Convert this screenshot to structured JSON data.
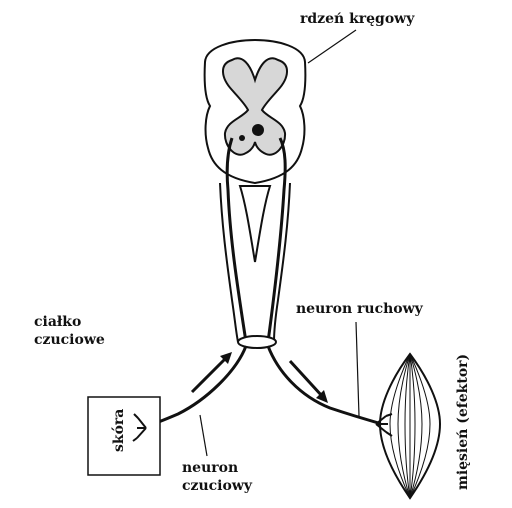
{
  "labels": {
    "spinal_cord": "rdzeń kręgowy",
    "receptor_line1": "ciałko",
    "receptor_line2": "czuciowe",
    "motor_neuron": "neuron ruchowy",
    "sensory_line1": "neuron",
    "sensory_line2": "czuciowy",
    "muscle": "mięsień (efektor)",
    "skin": "skóra"
  },
  "colors": {
    "line": "#111111",
    "grey_matter": "#d7d7d7",
    "background": "#ffffff"
  }
}
